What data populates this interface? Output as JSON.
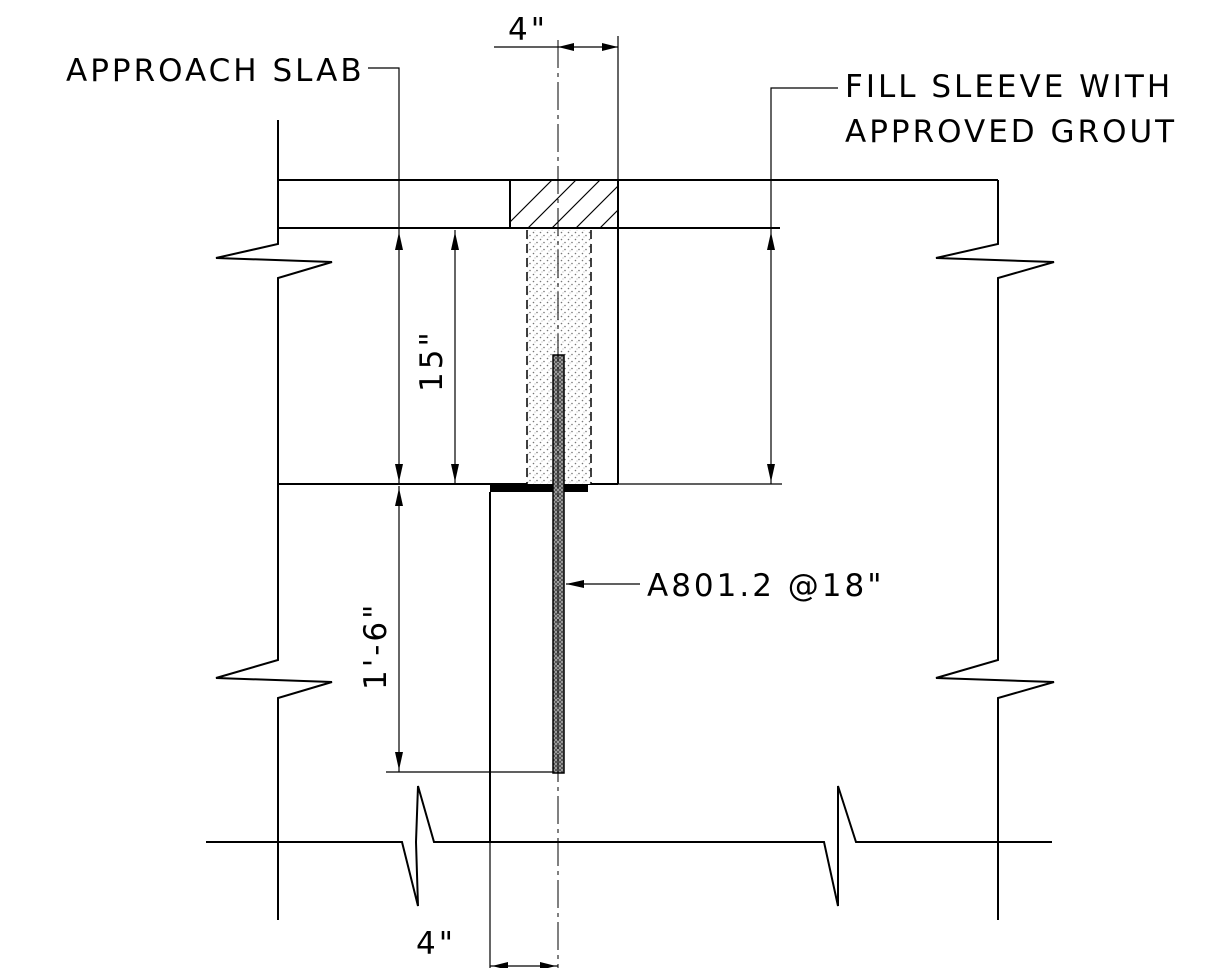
{
  "labels": {
    "approach_slab": "APPROACH SLAB",
    "fill_sleeve_line1": "FILL SLEEVE WITH",
    "fill_sleeve_line2": "APPROVED GROUT",
    "bar_callout": "A801.2 @18\""
  },
  "dimensions": {
    "top_width": "4\"",
    "slab_depth": "15\"",
    "embed_length": "1'-6\"",
    "bottom_width": "4\""
  }
}
